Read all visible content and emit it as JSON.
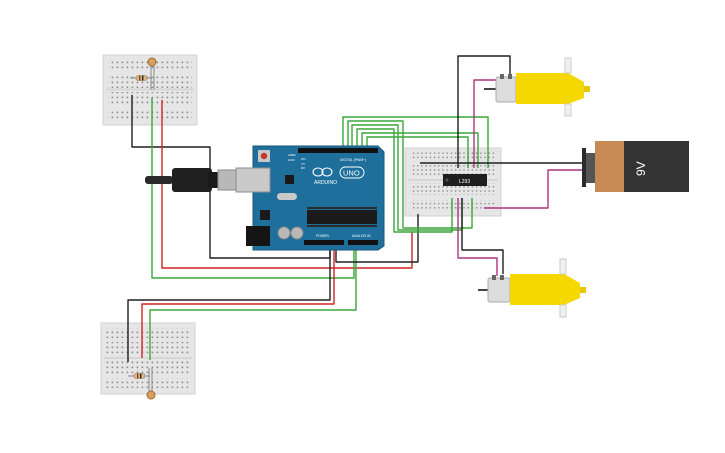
{
  "board": {
    "brand": "ARDUINO",
    "model": "UNO",
    "digital_label": "DIGITAL (PWM~)",
    "power_label": "POWER",
    "analog_label": "ANALOG IN",
    "on_label": "ON",
    "tx_label": "TX",
    "rx_label": "RX",
    "aref_label": "AREF",
    "gnd_label": "GND"
  },
  "driver_chip": {
    "label": "L293"
  },
  "battery": {
    "label": "9V"
  },
  "components": [
    "breadboard-top-left",
    "breadboard-bottom-left",
    "breadboard-driver",
    "arduino-uno",
    "usb-cable",
    "l293-driver",
    "dc-motor-top",
    "dc-motor-bottom",
    "battery-9v",
    "photoresistor-top",
    "photoresistor-bottom"
  ],
  "colors": {
    "wire_black": "#1e1e1e",
    "wire_red": "#d42222",
    "wire_green": "#3aa63a",
    "wire_magenta": "#b0347f",
    "board": "#1f6f9d",
    "motor": "#f5d800",
    "battery_body": "#333333",
    "battery_cap": "#c88a55",
    "breadboard": "#e6e6e6"
  }
}
